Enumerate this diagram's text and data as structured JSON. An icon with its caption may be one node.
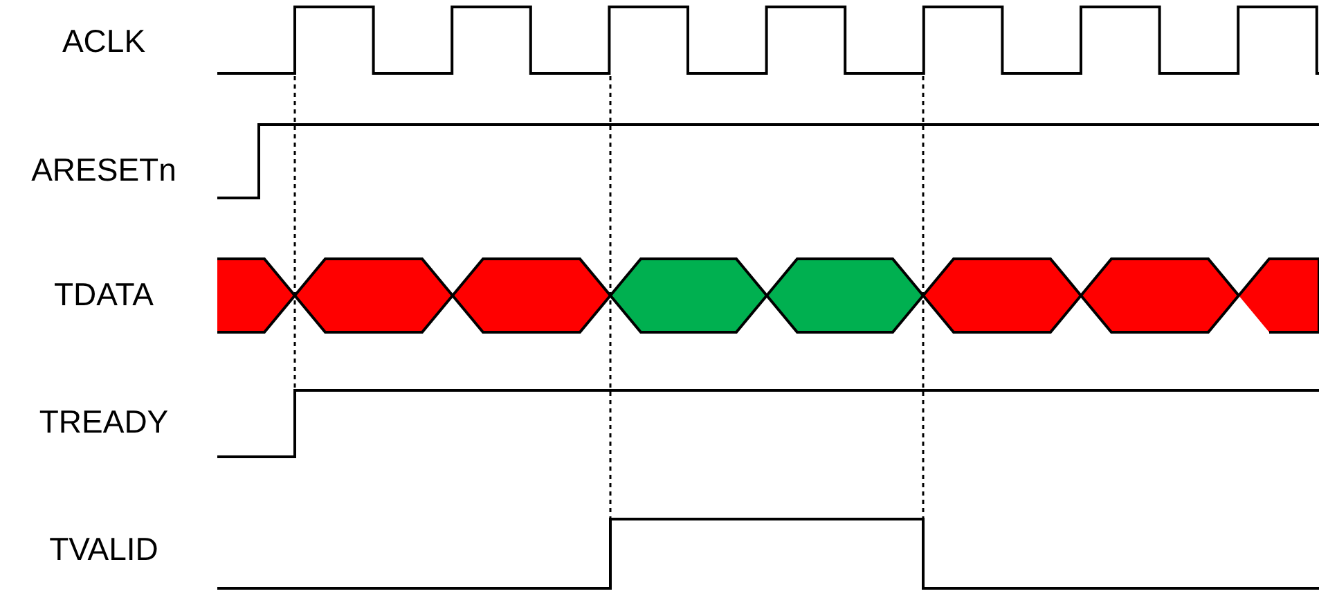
{
  "diagram": {
    "labels": [
      "ACLK",
      "ARESETn",
      "TDATA",
      "TREADY",
      "TVALID"
    ]
  }
}
